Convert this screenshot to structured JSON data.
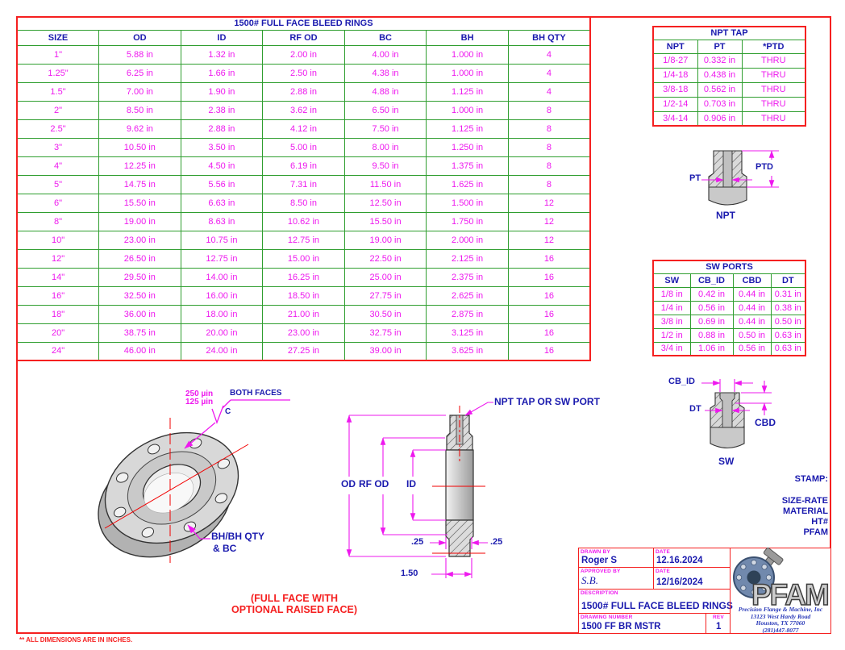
{
  "main_table": {
    "title": "1500# FULL FACE BLEED RINGS",
    "headers": [
      "SIZE",
      "OD",
      "ID",
      "RF OD",
      "BC",
      "BH",
      "BH QTY"
    ],
    "rows": [
      [
        "1\"",
        "5.88 in",
        "1.32 in",
        "2.00 in",
        "4.00 in",
        "1.000 in",
        "4"
      ],
      [
        "1.25\"",
        "6.25 in",
        "1.66 in",
        "2.50 in",
        "4.38 in",
        "1.000 in",
        "4"
      ],
      [
        "1.5\"",
        "7.00 in",
        "1.90 in",
        "2.88 in",
        "4.88 in",
        "1.125 in",
        "4"
      ],
      [
        "2\"",
        "8.50 in",
        "2.38 in",
        "3.62 in",
        "6.50 in",
        "1.000 in",
        "8"
      ],
      [
        "2.5\"",
        "9.62 in",
        "2.88 in",
        "4.12 in",
        "7.50 in",
        "1.125 in",
        "8"
      ],
      [
        "3\"",
        "10.50 in",
        "3.50 in",
        "5.00 in",
        "8.00 in",
        "1.250 in",
        "8"
      ],
      [
        "4\"",
        "12.25 in",
        "4.50 in",
        "6.19 in",
        "9.50 in",
        "1.375 in",
        "8"
      ],
      [
        "5\"",
        "14.75 in",
        "5.56 in",
        "7.31 in",
        "11.50 in",
        "1.625 in",
        "8"
      ],
      [
        "6\"",
        "15.50 in",
        "6.63 in",
        "8.50 in",
        "12.50 in",
        "1.500 in",
        "12"
      ],
      [
        "8\"",
        "19.00 in",
        "8.63 in",
        "10.62 in",
        "15.50 in",
        "1.750 in",
        "12"
      ],
      [
        "10\"",
        "23.00 in",
        "10.75 in",
        "12.75 in",
        "19.00 in",
        "2.000 in",
        "12"
      ],
      [
        "12\"",
        "26.50 in",
        "12.75 in",
        "15.00 in",
        "22.50 in",
        "2.125 in",
        "16"
      ],
      [
        "14\"",
        "29.50 in",
        "14.00 in",
        "16.25 in",
        "25.00 in",
        "2.375 in",
        "16"
      ],
      [
        "16\"",
        "32.50 in",
        "16.00 in",
        "18.50 in",
        "27.75 in",
        "2.625 in",
        "16"
      ],
      [
        "18\"",
        "36.00 in",
        "18.00 in",
        "21.00 in",
        "30.50 in",
        "2.875 in",
        "16"
      ],
      [
        "20\"",
        "38.75 in",
        "20.00 in",
        "23.00 in",
        "32.75 in",
        "3.125 in",
        "16"
      ],
      [
        "24\"",
        "46.00 in",
        "24.00 in",
        "27.25 in",
        "39.00 in",
        "3.625 in",
        "16"
      ]
    ]
  },
  "npt_table": {
    "title": "NPT TAP",
    "headers": [
      "NPT",
      "PT",
      "*PTD"
    ],
    "rows": [
      [
        "1/8-27",
        "0.332 in",
        "THRU"
      ],
      [
        "1/4-18",
        "0.438 in",
        "THRU"
      ],
      [
        "3/8-18",
        "0.562 in",
        "THRU"
      ],
      [
        "1/2-14",
        "0.703 in",
        "THRU"
      ],
      [
        "3/4-14",
        "0.906 in",
        "THRU"
      ]
    ]
  },
  "sw_table": {
    "title": "SW PORTS",
    "headers": [
      "SW",
      "CB_ID",
      "CBD",
      "DT"
    ],
    "rows": [
      [
        "1/8 in",
        "0.42 in",
        "0.44 in",
        "0.31 in"
      ],
      [
        "1/4 in",
        "0.56 in",
        "0.44 in",
        "0.38 in"
      ],
      [
        "3/8 in",
        "0.69 in",
        "0.44 in",
        "0.50 in"
      ],
      [
        "1/2 in",
        "0.88 in",
        "0.50 in",
        "0.63 in"
      ],
      [
        "3/4 in",
        "1.06 in",
        "0.56 in",
        "0.63 in"
      ]
    ]
  },
  "npt_diagram": {
    "pt_label": "PT",
    "ptd_label": "PTD",
    "caption": "NPT"
  },
  "sw_diagram": {
    "cbid_label": "CB_ID",
    "dt_label": "DT",
    "cbd_label": "CBD",
    "caption": "SW"
  },
  "flange_view": {
    "finish_top": "250 µin",
    "finish_bottom": "125 µin",
    "both_faces": "BOTH FACES",
    "c_label": "C",
    "bh_line1": "BH/BH QTY",
    "bh_line2": "& BC"
  },
  "cross_section": {
    "od": "OD",
    "rfod": "RF OD",
    "id": "ID",
    "dim_25_left": ".25",
    "dim_25_right": ".25",
    "dim_150": "1.50",
    "port_label": "NPT TAP OR SW PORT"
  },
  "stamp": {
    "title": "STAMP:",
    "lines": [
      "SIZE-RATE",
      "MATERIAL",
      "HT#",
      "PFAM"
    ]
  },
  "notes": {
    "face_line1": "(FULL FACE WITH",
    "face_line2": "OPTIONAL RAISED FACE)",
    "dims_note": "** ALL DIMENSIONS ARE IN INCHES."
  },
  "title_block": {
    "drawn_by_label": "DRAWN BY",
    "drawn_by": "Roger S",
    "date1_label": "DATE",
    "date1": "12.16.2024",
    "approved_label": "APPROVED BY",
    "approved": "S.B.",
    "date2_label": "DATE",
    "date2": "12/16/2024",
    "description_label": "DESCRIPTION",
    "description": "1500# FULL FACE BLEED RINGS",
    "drawing_number_label": "DRAWING NUMBER",
    "drawing_number": "1500 FF BR MSTR",
    "rev_label": "REV",
    "rev": "1"
  },
  "logo": {
    "name": "PFAM",
    "company": "Precision Flange & Machine, Inc",
    "address": "13123 West Hardy Road",
    "city": "Houston, TX 77060",
    "phone": "(281)447-8077"
  },
  "colors": {
    "border_red": "#f52020",
    "grid_green": "#2f9e2f",
    "text_blue": "#1a1aae",
    "text_magenta": "#ee18ee"
  }
}
